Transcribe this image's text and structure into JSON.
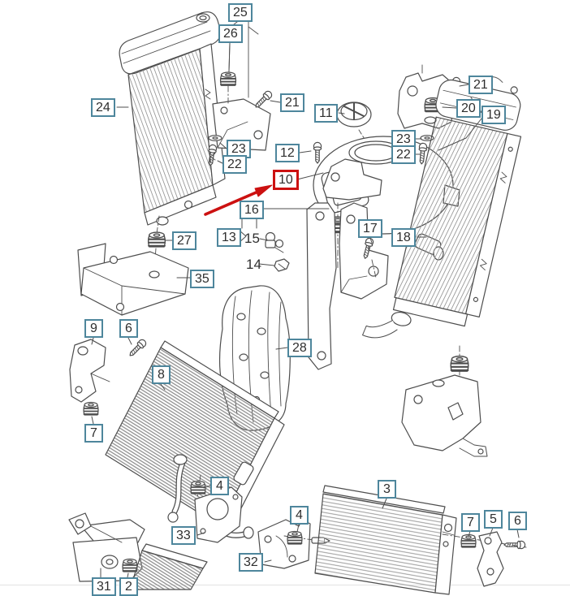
{
  "diagram": {
    "kind": "exploded parts diagram",
    "subject": "radiator, coolant expansion tank and mounting brackets",
    "background_color": "#ffffff",
    "line_color": "#4d4d4d",
    "label_border_color": "#4e869c",
    "label_text_color": "#2e2e2e",
    "highlight_color": "#cc1111",
    "highlighted_part": "10"
  },
  "labels": {
    "l25": {
      "text": "25"
    },
    "l26": {
      "text": "26"
    },
    "l24": {
      "text": "24"
    },
    "l21a": {
      "text": "21"
    },
    "l23a": {
      "text": "23"
    },
    "l22a": {
      "text": "22"
    },
    "l12": {
      "text": "12"
    },
    "l11": {
      "text": "11"
    },
    "l10": {
      "text": "10"
    },
    "l16": {
      "text": "16"
    },
    "l13": {
      "text": "13"
    },
    "l15": {
      "text": "15"
    },
    "l14": {
      "text": "14"
    },
    "l17": {
      "text": "17"
    },
    "l27a": {
      "text": "27"
    },
    "l35": {
      "text": "35"
    },
    "l18": {
      "text": "18"
    },
    "l21b": {
      "text": "21"
    },
    "l20": {
      "text": "20"
    },
    "l19": {
      "text": "19"
    },
    "l23b": {
      "text": "23"
    },
    "l22b": {
      "text": "22"
    },
    "l28": {
      "text": "28"
    },
    "l9": {
      "text": "9"
    },
    "l6a": {
      "text": "6"
    },
    "l8": {
      "text": "8"
    },
    "l7a": {
      "text": "7"
    },
    "l4a": {
      "text": "4"
    },
    "l33": {
      "text": "33"
    },
    "l4b": {
      "text": "4"
    },
    "l32": {
      "text": "32"
    },
    "l3": {
      "text": "3"
    },
    "l7b": {
      "text": "7"
    },
    "l5": {
      "text": "5"
    },
    "l6b": {
      "text": "6"
    },
    "l31": {
      "text": "31"
    },
    "l2": {
      "text": "2"
    }
  }
}
